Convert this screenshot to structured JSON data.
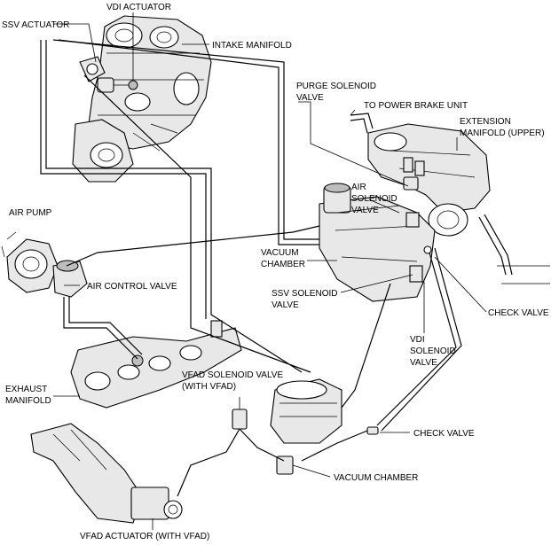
{
  "labels": {
    "ssv_actuator": "SSV ACTUATOR",
    "vdi_actuator": "VDI ACTUATOR",
    "intake_manifold": "INTAKE MANIFOLD",
    "purge_solenoid_1": "PURGE SOLENOID",
    "purge_solenoid_2": "VALVE",
    "power_brake": "TO POWER BRAKE UNIT",
    "extension_manifold_1": "EXTENSION",
    "extension_manifold_2": "MANIFOLD (UPPER)",
    "air_solenoid_1": "AIR",
    "air_solenoid_2": "SOLENOID",
    "air_solenoid_3": "VALVE",
    "air_pump": "AIR PUMP",
    "vacuum_chamber_1": "VACUUM",
    "vacuum_chamber_2": "CHAMBER",
    "air_control_valve": "AIR CONTROL VALVE",
    "ssv_solenoid_1": "SSV SOLENOID",
    "ssv_solenoid_2": "VALVE",
    "check_valve_upper": "CHECK VALVE",
    "vdi_solenoid_1": "VDI",
    "vdi_solenoid_2": "SOLENOID",
    "vdi_solenoid_3": "VALVE",
    "exhaust_manifold_1": "EXHAUST",
    "exhaust_manifold_2": "MANIFOLD",
    "vfad_solenoid_1": "VFAD SOLENOID VALVE",
    "vfad_solenoid_2": "(WITH VFAD)",
    "check_valve_lower": "CHECK VALVE",
    "vacuum_chamber_lower": "VACUUM CHAMBER",
    "vfad_actuator": "VFAD ACTUATOR (WITH VFAD)"
  }
}
